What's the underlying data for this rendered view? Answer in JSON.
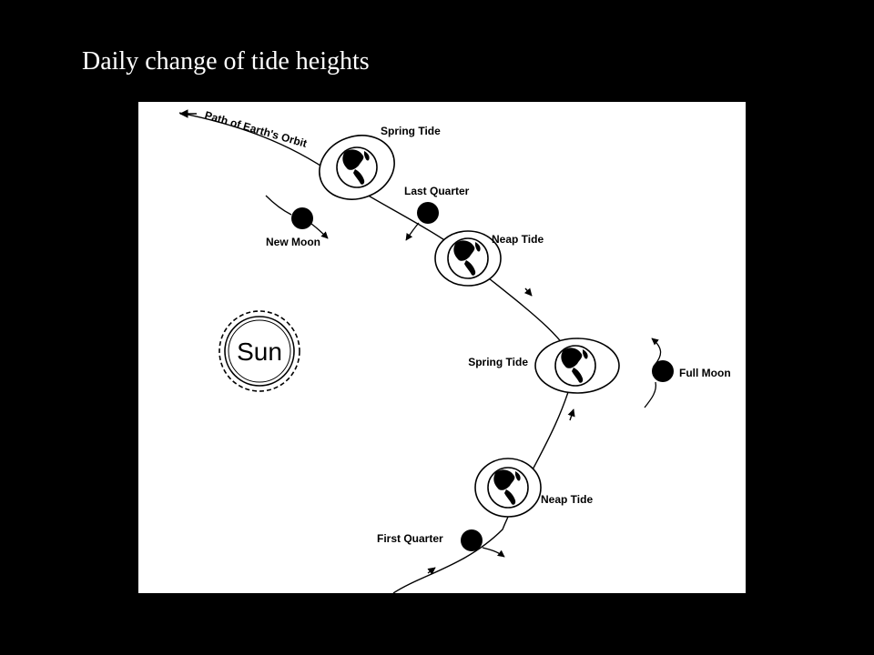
{
  "slide": {
    "title": "Daily change of tide heights"
  },
  "diagram": {
    "orbit_label": "Path of Earth's Orbit",
    "sun_label": "Sun",
    "earth_labels": {
      "spring_top": "Spring Tide",
      "neap_upper": "Neap Tide",
      "spring_mid": "Spring Tide",
      "neap_lower": "Neap Tide"
    },
    "moon_labels": {
      "new_moon": "New Moon",
      "last_quarter": "Last Quarter",
      "full_moon": "Full Moon",
      "first_quarter": "First Quarter"
    },
    "icons": [
      "sun-icon",
      "earth-icon",
      "moon-icon",
      "arrow-icon"
    ],
    "colors": {
      "page_background": "#000000",
      "title_text": "#ffffff",
      "figure_background": "#ffffff",
      "ink": "#000000"
    }
  }
}
